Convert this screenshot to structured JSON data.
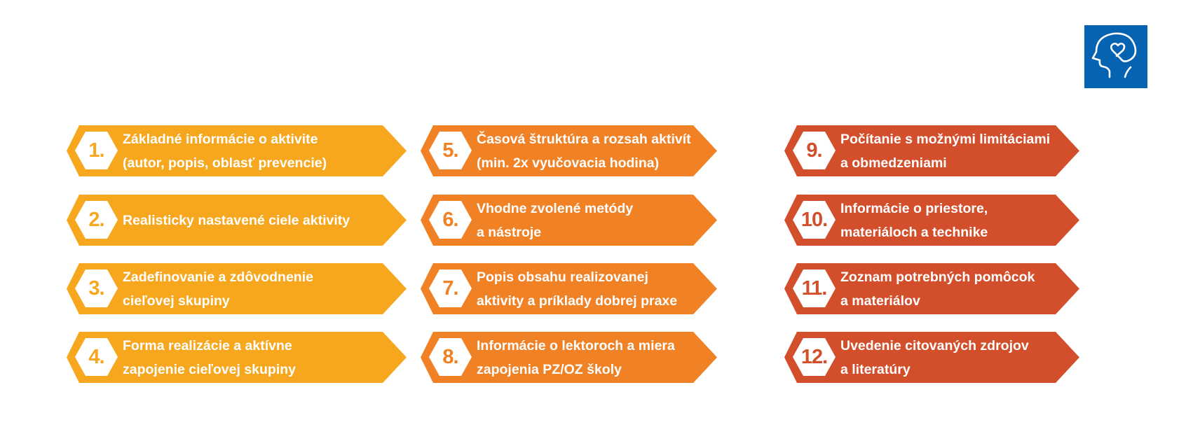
{
  "colors": {
    "col1": "#F7A71E",
    "col2": "#F08125",
    "col3": "#D34F2C",
    "logo": "#0563B1"
  },
  "logo": {
    "icon": "head-with-heart-icon"
  },
  "items": [
    {
      "number": "1.",
      "lines": [
        "Základné informácie o aktivite",
        "(autor, popis, oblasť prevencie)"
      ]
    },
    {
      "number": "2.",
      "lines": [
        "Realisticky nastavené ciele aktivity"
      ]
    },
    {
      "number": "3.",
      "lines": [
        "Zadefinovanie a zdôvodnenie",
        "cieľovej skupiny"
      ]
    },
    {
      "number": "4.",
      "lines": [
        "Forma realizácie a aktívne",
        "zapojenie cieľovej skupiny"
      ]
    },
    {
      "number": "5.",
      "lines": [
        "Časová štruktúra a rozsah aktivít",
        "(min. 2x vyučovacia hodina)"
      ]
    },
    {
      "number": "6.",
      "lines": [
        "Vhodne zvolené metódy",
        "a nástroje"
      ]
    },
    {
      "number": "7.",
      "lines": [
        "Popis obsahu realizovanej",
        "aktivity a príklady dobrej praxe"
      ]
    },
    {
      "number": "8.",
      "lines": [
        "Informácie o lektoroch a miera",
        "zapojenia PZ/OZ školy"
      ]
    },
    {
      "number": "9.",
      "lines": [
        "Počítanie s možnými limitáciami",
        "a obmedzeniami"
      ]
    },
    {
      "number": "10.",
      "lines": [
        "Informácie o priestore,",
        "materiáloch a technike"
      ]
    },
    {
      "number": "11.",
      "lines": [
        "Zoznam potrebných pomôcok",
        "a materiálov"
      ]
    },
    {
      "number": "12.",
      "lines": [
        "Uvedenie citovaných zdrojov",
        "a literatúry"
      ]
    }
  ]
}
